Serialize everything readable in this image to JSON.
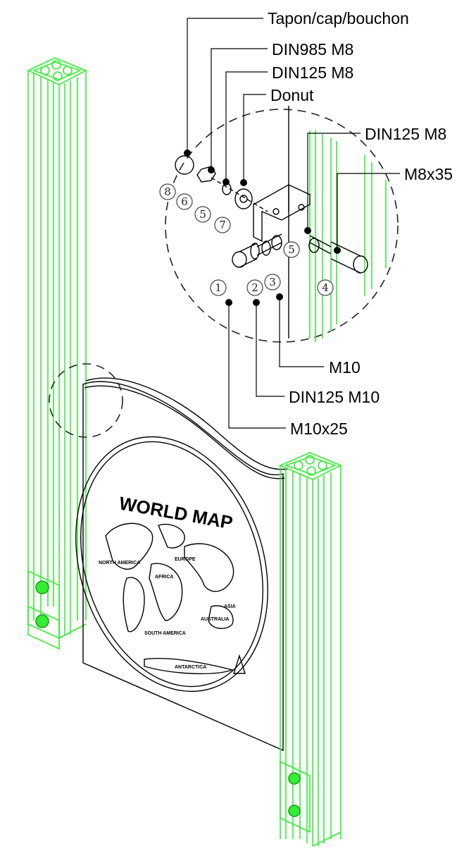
{
  "callouts": {
    "cap": "Tapon/cap/bouchon",
    "din985_m8": "DIN985 M8",
    "din125_m8_top": "DIN125 M8",
    "donut": "Donut",
    "din125_m8_right": "DIN125 M8",
    "m8x35": "M8x35",
    "m10": "M10",
    "din125_m10": "DIN125 M10",
    "m10x25": "M10x25"
  },
  "part_numbers": {
    "n1": "1",
    "n2": "2",
    "n3": "3",
    "n4": "4",
    "n5a": "5",
    "n5b": "5",
    "n6": "6",
    "n7": "7",
    "n8": "8"
  },
  "panel": {
    "heading": "WORLD MAP",
    "continents": {
      "north_america": "NORTH AMERICA",
      "europe": "EUROPE",
      "africa": "AFRICA",
      "asia": "ASIA",
      "south_america": "SOUTH AMERICA",
      "australia": "AUSTRALIA",
      "antarctica": "ANTARCTICA"
    }
  },
  "colors": {
    "profile": "#33ee33",
    "line": "#000000"
  }
}
